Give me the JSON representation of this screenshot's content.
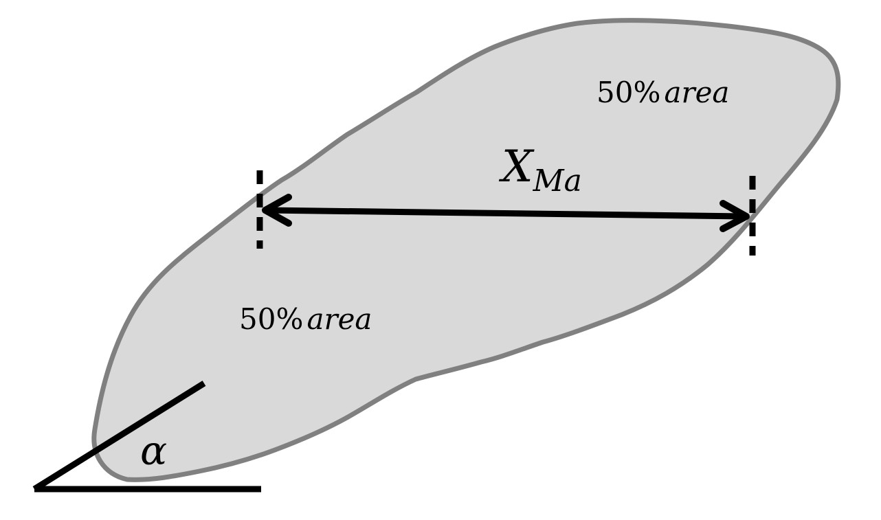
{
  "labels": {
    "upper_area_number": "50%",
    "upper_area_word": "area",
    "lower_area_number": "50%",
    "lower_area_word": "area",
    "distance_symbol": "X",
    "distance_subscript": "Ma",
    "angle_symbol": "α"
  },
  "colors": {
    "shape_fill": "#d9d9d9",
    "shape_outline": "#808080",
    "ink": "#000000",
    "background": "#ffffff"
  }
}
